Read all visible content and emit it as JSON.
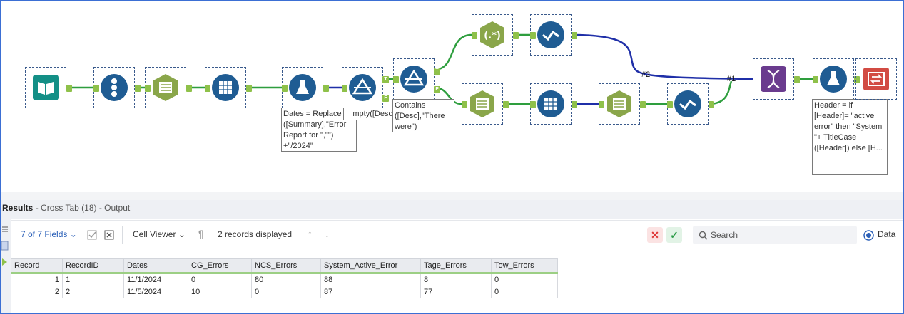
{
  "annotations": {
    "dates_formula": "Dates = Replace ([Summary],\"Error Report for \",\"\") +\"/2024\"",
    "isempty_formula": "mpty([Desc",
    "contains_filter": "Contains ([Desc],\"There were\")",
    "header_formula": "Header = if [Header]= \"active error\" then \"System \"+ TitleCase ([Header]) else [H..."
  },
  "wire_labels": {
    "label_2": "#2",
    "label_1": "#1"
  },
  "anchor_labels": {
    "true": "T",
    "false": "F"
  },
  "results": {
    "title": "Results",
    "subtitle": "- Cross Tab (18) - Output",
    "fields_label": "7 of 7 Fields",
    "viewer_label": "Cell Viewer",
    "records_label": "2 records displayed",
    "search_placeholder": "Search",
    "data_label": "Data"
  },
  "table": {
    "columns": [
      "Record",
      "RecordID",
      "Dates",
      "CG_Errors",
      "NCS_Errors",
      "System_Active_Error",
      "Tage_Errors",
      "Tow_Errors"
    ],
    "rows": [
      [
        "1",
        "1",
        "11/1/2024",
        "0",
        "80",
        "88",
        "8",
        "0"
      ],
      [
        "2",
        "2",
        "11/5/2024",
        "10",
        "0",
        "87",
        "77",
        "0"
      ]
    ]
  },
  "colors": {
    "green_wire": "#2e9e3e",
    "blue_wire": "#1f2fa8",
    "tool_blue": "#1f5c93",
    "tool_teal": "#138f86",
    "tool_green": "#8aa64a",
    "tool_purple": "#6a3b8e",
    "tool_red": "#d24b43"
  }
}
